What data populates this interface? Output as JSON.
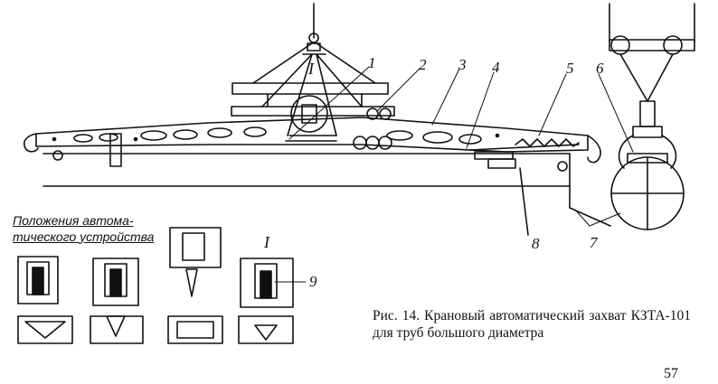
{
  "callouts": {
    "c1": "1",
    "c2": "2",
    "c3": "3",
    "c4": "4",
    "c5": "5",
    "c6": "6",
    "c7": "7",
    "c8": "8",
    "c9": "9"
  },
  "detail_mark_top": "I",
  "detail_mark_bottom": "I",
  "positions_heading": "Положения автома-\nтического устройства",
  "caption": "Рис. 14. Крановый автоматический захват КЗТА-101 для труб большого диаметра",
  "page_number": "57"
}
